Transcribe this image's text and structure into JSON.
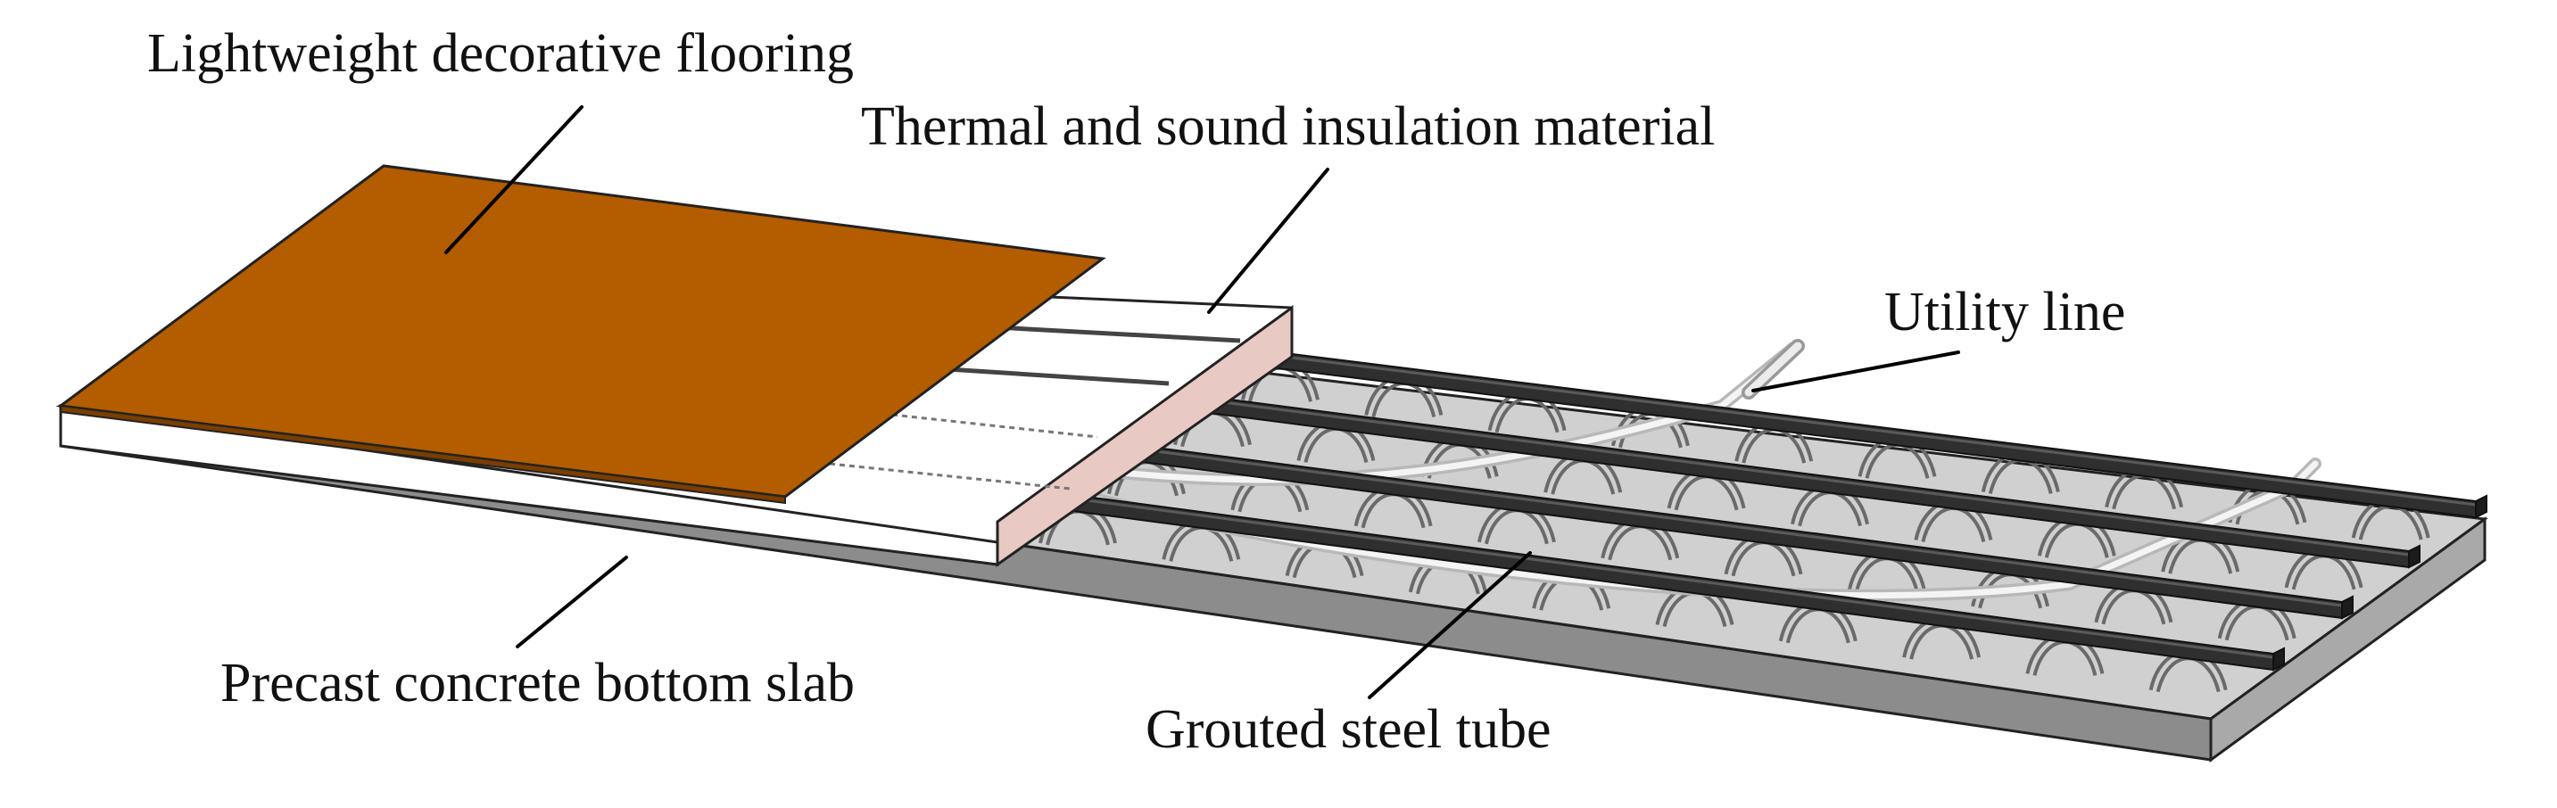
{
  "labels": {
    "flooring": "Lightweight decorative flooring",
    "insulation": "Thermal and sound insulation material",
    "utility": "Utility line",
    "slab": "Precast concrete bottom slab",
    "tube": "Grouted steel tube"
  },
  "colors": {
    "flooring": "#b35c00",
    "slab_top": "#cfcfcf",
    "slab_side": "#8a8a8a",
    "insulation": "#ffffff",
    "insulation_edge": "#e8c9c2",
    "tube": "#2f2f2f",
    "background": "#ffffff"
  }
}
